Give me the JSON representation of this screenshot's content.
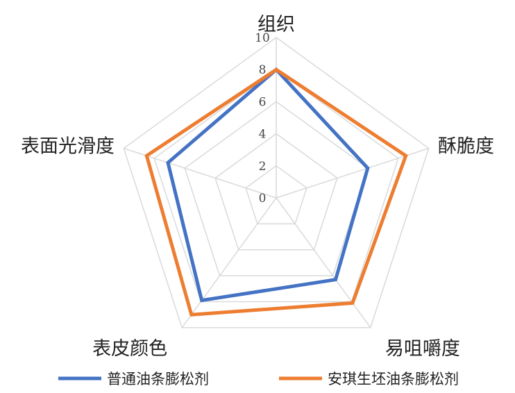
{
  "chart_data": {
    "type": "radar",
    "axes": [
      "组织",
      "酥脆度",
      "易咀嚼度",
      "表皮颜色",
      "表面光滑度"
    ],
    "r_range": [
      0,
      10
    ],
    "ticks": [
      "0",
      "2",
      "4",
      "6",
      "8",
      "10"
    ],
    "tick_values": [
      0,
      2,
      4,
      6,
      8,
      10
    ],
    "grid": true,
    "legend_position": "bottom",
    "series": [
      {
        "name": "普通油条膨松剂",
        "values": [
          8,
          6,
          6.3,
          7.9,
          7.1
        ],
        "color": "#4472C4"
      },
      {
        "name": "安琪生坯油条膨松剂",
        "values": [
          8,
          8.5,
          8.1,
          9,
          8.5
        ],
        "color": "#ED7D31"
      }
    ]
  }
}
